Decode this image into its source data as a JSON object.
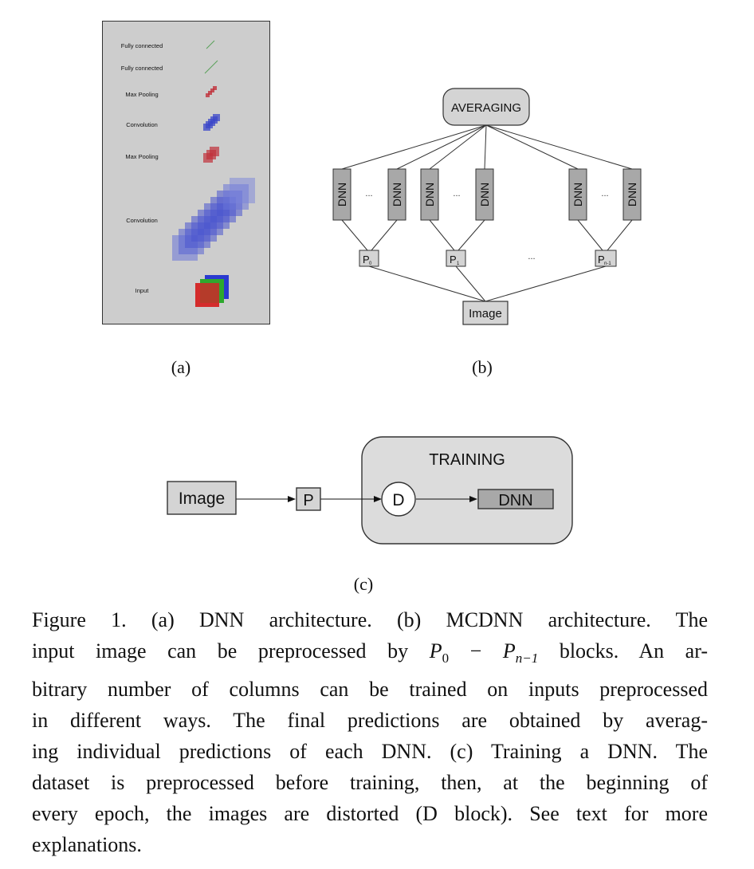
{
  "panel_a": {
    "layers": [
      "Fully connected",
      "Fully connected",
      "Max Pooling",
      "Convolution",
      "Max Pooling",
      "Convolution",
      "Input"
    ],
    "caption": "(a)"
  },
  "panel_b": {
    "averaging_label": "AVERAGING",
    "dnn_label": "DNN",
    "ellipsis": "...",
    "preprocessors": [
      {
        "main": "P",
        "sub": "0"
      },
      {
        "main": "P",
        "sub": "1"
      },
      {
        "main": "P",
        "sub": "n-1"
      }
    ],
    "image_label": "Image",
    "caption": "(b)"
  },
  "panel_c": {
    "image_label": "Image",
    "p_label": "P",
    "training_label": "TRAINING",
    "d_label": "D",
    "dnn_label": "DNN",
    "caption": "(c)"
  },
  "figure_caption": {
    "line1": "Figure 1. (a) DNN architecture.  (b) MCDNN architecture.  The",
    "line2_pre": "input image can be preprocessed by ",
    "line2_p0": "P",
    "line2_p0_sub": "0",
    "line2_minus": " − ",
    "line2_pn": "P",
    "line2_pn_sub": "n−1",
    "line2_post": " blocks.  An ar-",
    "line3": "bitrary number of columns can be trained on inputs preprocessed",
    "line4": "in different ways.  The final predictions are obtained by averag-",
    "line5": "ing individual predictions of each DNN. (c) Training a DNN. The",
    "line6": "dataset is preprocessed before training, then, at the beginning of",
    "line7": "every epoch, the images are distorted (D block). See text for more",
    "line8": "explanations."
  },
  "colors": {
    "panel_bg": "#cdcdcd",
    "box_fill": "#d4d4d4",
    "dnn_fill": "#a8a8a8",
    "training_bg": "#dcdcdc",
    "conv_blue": "#3a46c8",
    "pool_red": "#c0303a",
    "fc_green": "#5aa05a",
    "input_red": "#d42c2c",
    "input_green": "#2ea82e",
    "input_blue": "#2a3ad0"
  }
}
